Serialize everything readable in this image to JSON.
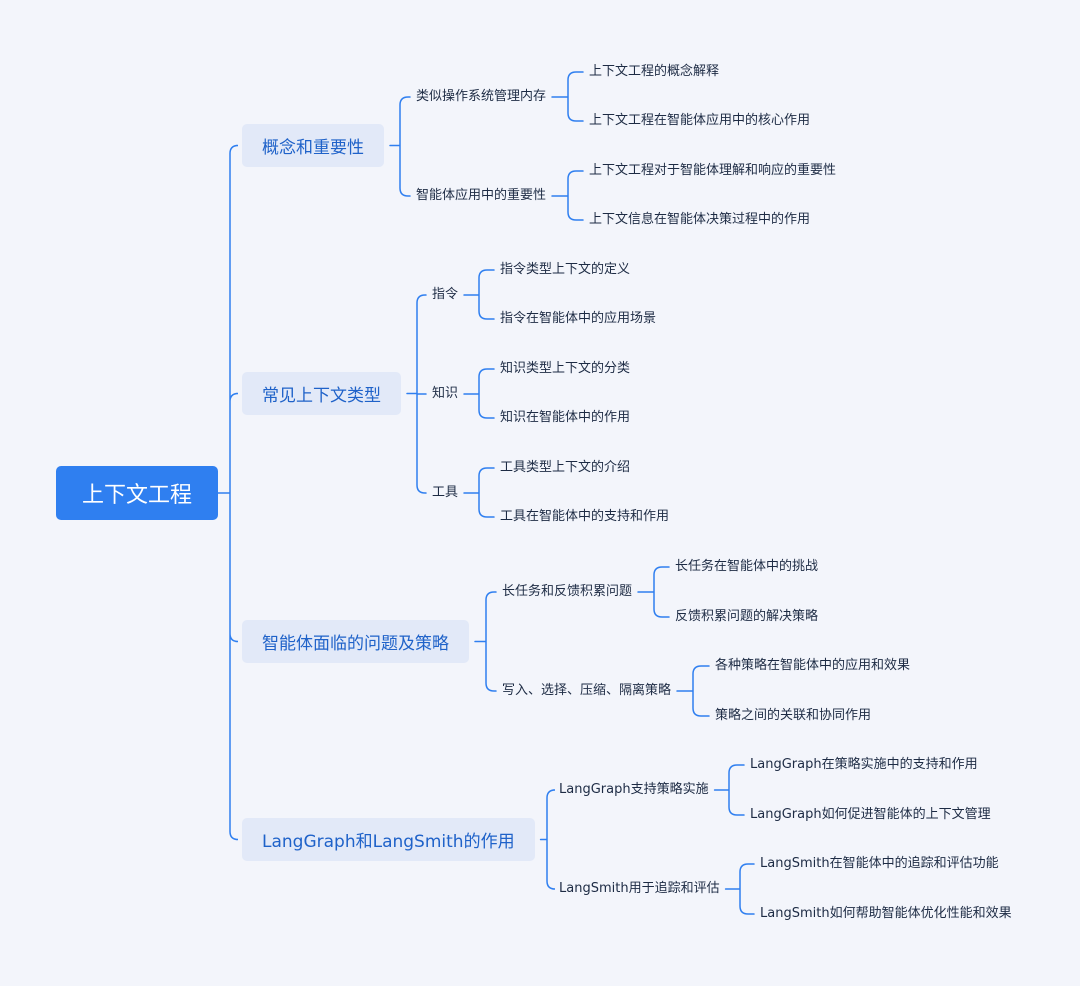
{
  "root": {
    "label": "上下文工程"
  },
  "branches": [
    {
      "label": "概念和重要性",
      "children": [
        {
          "label": "类似操作系统管理内存",
          "children": [
            "上下文工程的概念解释",
            "上下文工程在智能体应用中的核心作用"
          ]
        },
        {
          "label": "智能体应用中的重要性",
          "children": [
            "上下文工程对于智能体理解和响应的重要性",
            "上下文信息在智能体决策过程中的作用"
          ]
        }
      ]
    },
    {
      "label": "常见上下文类型",
      "children": [
        {
          "label": "指令",
          "children": [
            "指令类型上下文的定义",
            "指令在智能体中的应用场景"
          ]
        },
        {
          "label": "知识",
          "children": [
            "知识类型上下文的分类",
            "知识在智能体中的作用"
          ]
        },
        {
          "label": "工具",
          "children": [
            "工具类型上下文的介绍",
            "工具在智能体中的支持和作用"
          ]
        }
      ]
    },
    {
      "label": "智能体面临的问题及策略",
      "children": [
        {
          "label": "长任务和反馈积累问题",
          "children": [
            "长任务在智能体中的挑战",
            "反馈积累问题的解决策略"
          ]
        },
        {
          "label": "写入、选择、压缩、隔离策略",
          "children": [
            "各种策略在智能体中的应用和效果",
            "策略之间的关联和协同作用"
          ]
        }
      ]
    },
    {
      "label": "LangGraph和LangSmith的作用",
      "children": [
        {
          "label": "LangGraph支持策略实施",
          "children": [
            "LangGraph在策略实施中的支持和作用",
            "LangGraph如何促进智能体的上下文管理"
          ]
        },
        {
          "label": "LangSmith用于追踪和评估",
          "children": [
            "LangSmith在智能体中的追踪和评估功能",
            "LangSmith如何帮助智能体优化性能和效果"
          ]
        }
      ]
    }
  ],
  "colors": {
    "line": "#2f7ff0",
    "root_bg": "#2f7ff0",
    "branch_bg": "#e2e9f8",
    "branch_text": "#1f62c9",
    "leaf_text": "#1d2b44"
  }
}
